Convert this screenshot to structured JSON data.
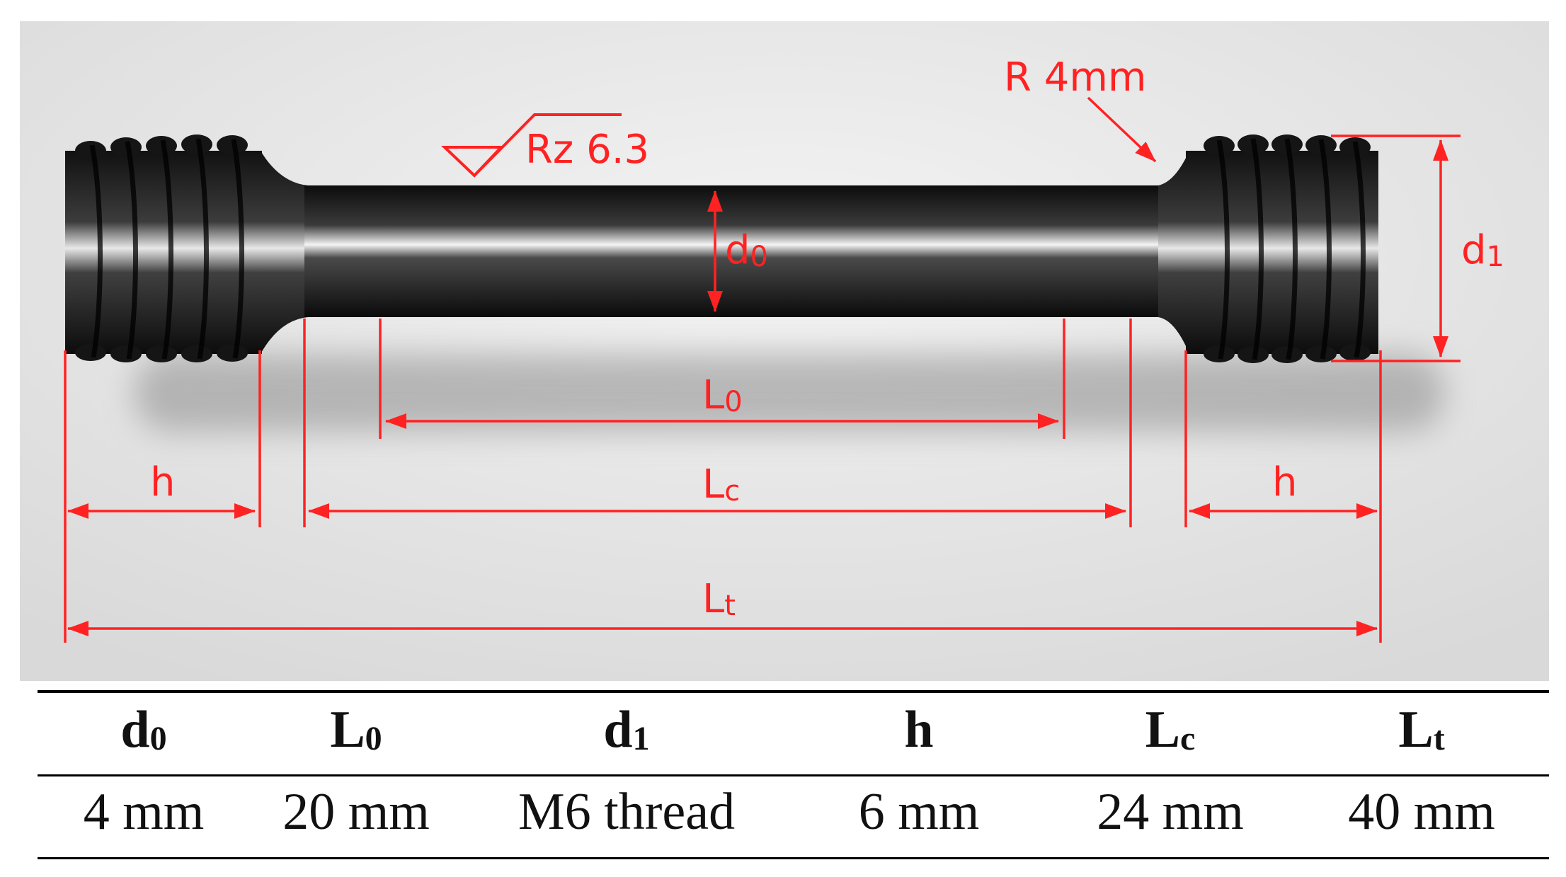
{
  "diagram": {
    "annotations": {
      "roughness": "Rz 6.3",
      "radius": "R  4mm"
    },
    "dimension_labels": {
      "d0": {
        "main": "d",
        "sub": "0"
      },
      "d1": {
        "main": "d",
        "sub": "1"
      },
      "L0": {
        "main": "L",
        "sub": "0"
      },
      "Lc": {
        "main": "L",
        "sub": "c"
      },
      "Lt": {
        "main": "L",
        "sub": "t"
      },
      "h_left": {
        "main": "h",
        "sub": ""
      },
      "h_right": {
        "main": "h",
        "sub": ""
      }
    },
    "colors": {
      "dimension": "#ff2222",
      "specimen": "#1a1a1a",
      "background": "#e6e6e6"
    }
  },
  "table": {
    "headers": [
      {
        "main": "d",
        "sub": "0"
      },
      {
        "main": "L",
        "sub": "0"
      },
      {
        "main": "d",
        "sub": "1"
      },
      {
        "main": "h",
        "sub": ""
      },
      {
        "main": "L",
        "sub": "c"
      },
      {
        "main": "L",
        "sub": "t"
      }
    ],
    "values": [
      "4 mm",
      "20 mm",
      "M6 thread",
      "6 mm",
      "24 mm",
      "40 mm"
    ]
  }
}
